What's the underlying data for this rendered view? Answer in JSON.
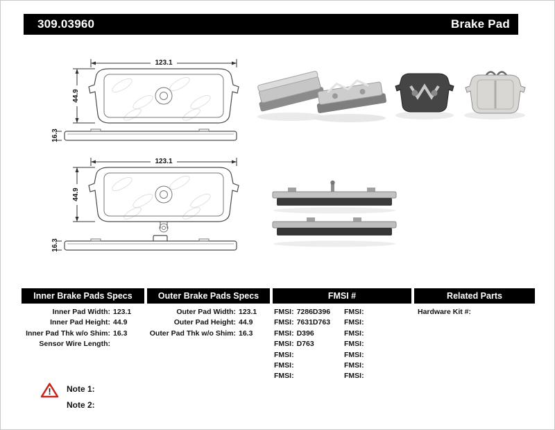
{
  "header": {
    "part_number": "309.03960",
    "title": "Brake Pad"
  },
  "colors": {
    "bar": "#000000",
    "warning": "#c9251c"
  },
  "drawings": {
    "top": {
      "width": "123.1",
      "height": "44.9",
      "thickness": "16.3"
    },
    "bottom": {
      "width": "123.1",
      "height": "44.9",
      "thickness": "16.3"
    }
  },
  "tables": {
    "inner": {
      "header": "Inner Brake Pads Specs",
      "rows": [
        {
          "label": "Inner Pad Width:",
          "value": "123.1"
        },
        {
          "label": "Inner Pad Height:",
          "value": "44.9"
        },
        {
          "label": "Inner Pad Thk w/o Shim:",
          "value": "16.3"
        },
        {
          "label": "Sensor Wire Length:",
          "value": ""
        }
      ]
    },
    "outer": {
      "header": "Outer Brake Pads Specs",
      "rows": [
        {
          "label": "Outer Pad Width:",
          "value": "123.1"
        },
        {
          "label": "Outer Pad Height:",
          "value": "44.9"
        },
        {
          "label": "Outer Pad Thk w/o Shim:",
          "value": "16.3"
        }
      ]
    },
    "fmsi": {
      "header": "FMSI #",
      "col1": [
        {
          "label": "FMSI:",
          "value": "7286D396"
        },
        {
          "label": "FMSI:",
          "value": "7631D763"
        },
        {
          "label": "FMSI:",
          "value": "D396"
        },
        {
          "label": "FMSI:",
          "value": "D763"
        },
        {
          "label": "FMSI:",
          "value": ""
        },
        {
          "label": "FMSI:",
          "value": ""
        },
        {
          "label": "FMSI:",
          "value": ""
        }
      ],
      "col2": [
        {
          "label": "FMSI:",
          "value": ""
        },
        {
          "label": "FMSI:",
          "value": ""
        },
        {
          "label": "FMSI:",
          "value": ""
        },
        {
          "label": "FMSI:",
          "value": ""
        },
        {
          "label": "FMSI:",
          "value": ""
        },
        {
          "label": "FMSI:",
          "value": ""
        },
        {
          "label": "FMSI:",
          "value": ""
        }
      ]
    },
    "related": {
      "header": "Related Parts",
      "rows": [
        {
          "label": "Hardware Kit #:",
          "value": ""
        }
      ]
    }
  },
  "notes": {
    "warning_glyph": "!",
    "note1": "Note 1:",
    "note2": "Note 2:"
  }
}
